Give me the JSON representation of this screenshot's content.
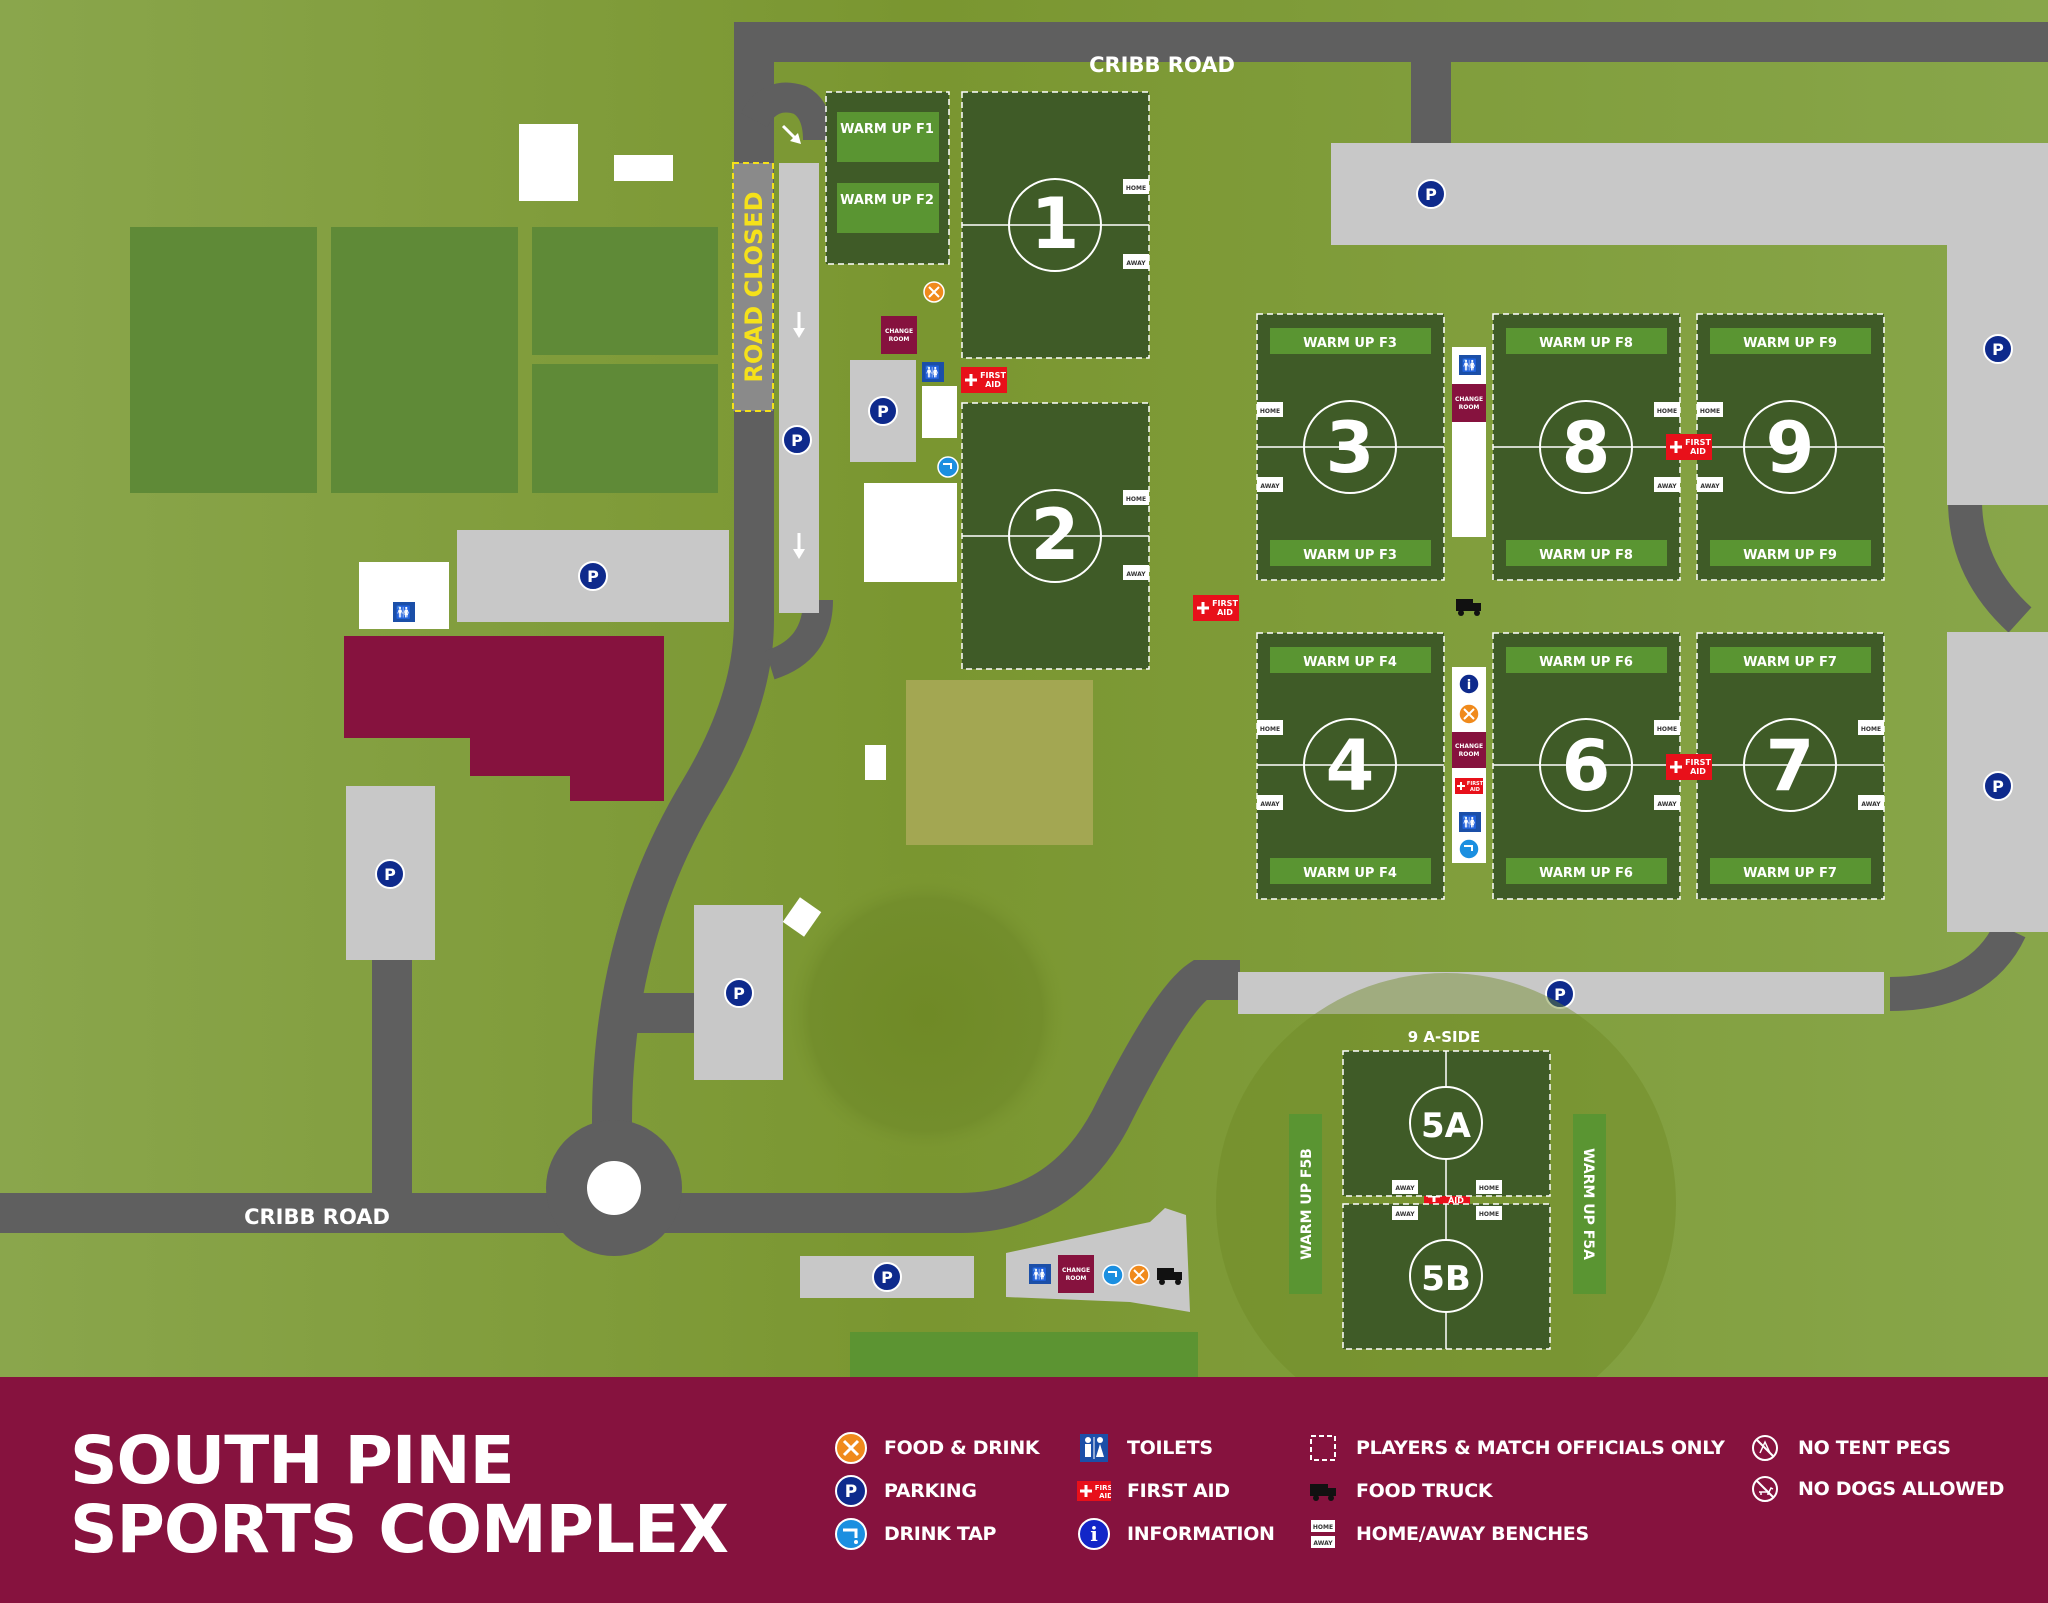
{
  "roads": {
    "top": "CRIBB ROAD",
    "bottom": "CRIBB ROAD",
    "closed": "ROAD CLOSED"
  },
  "fields": {
    "f1": "1",
    "f2": "2",
    "f3": "3",
    "f4": "4",
    "f6": "6",
    "f7": "7",
    "f8": "8",
    "f9": "9",
    "f5a": "5A",
    "f5b": "5B",
    "nine_a_side": "9 A-SIDE"
  },
  "warmups": {
    "wf1": "WARM UP F1",
    "wf2": "WARM UP F2",
    "wf3": "WARM UP F3",
    "wf4": "WARM UP F4",
    "wf6": "WARM UP F6",
    "wf7": "WARM UP F7",
    "wf8": "WARM UP F8",
    "wf9": "WARM UP F9",
    "wf5a": "WARM UP F5A",
    "wf5b": "WARM UP F5B"
  },
  "benches": {
    "home": "HOME",
    "away": "AWAY"
  },
  "facilities": {
    "parking_symbol": "P",
    "first_aid_l1": "FIRST",
    "first_aid_l2": "AID",
    "change_l1": "CHANGE",
    "change_l2": "ROOM",
    "info_symbol": "i"
  },
  "title": {
    "line1": "SOUTH PINE",
    "line2": "SPORTS COMPLEX"
  },
  "legend": {
    "food": "FOOD & DRINK",
    "parking": "PARKING",
    "tap": "DRINK TAP",
    "toilets": "TOILETS",
    "first_aid": "FIRST AID",
    "information": "INFORMATION",
    "officials": "PLAYERS & MATCH OFFICIALS ONLY",
    "truck": "FOOD TRUCK",
    "benches": "HOME/AWAY BENCHES",
    "no_tent": "NO TENT PEGS",
    "no_dogs": "NO DOGS ALLOWED"
  },
  "colors": {
    "grass": "#7e9a32",
    "pitch": "#3f5b27",
    "warmup": "#5a9532",
    "road": "#5f5f5f",
    "parking_area": "#c8c8c8",
    "brand": "#86123e",
    "parking_icon": "#0e2a8c",
    "first_aid": "#e8101a",
    "food": "#f08a1c",
    "tap": "#1b8fe0"
  }
}
